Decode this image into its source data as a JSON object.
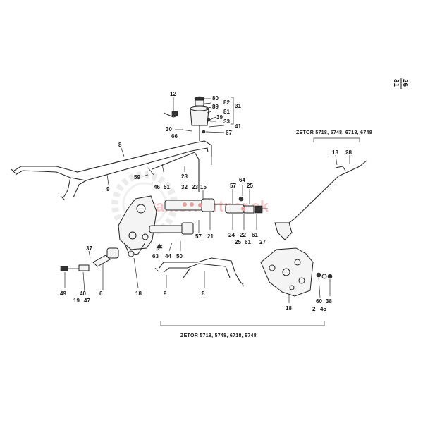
{
  "page_number": {
    "top": "26",
    "bottom": "31"
  },
  "watermark": "TraktorPartner.sk",
  "captions": {
    "right_group": "ZETOR 5718, 5748, 6718, 6748",
    "bottom_group": "ZETOR 5718, 5748, 6718, 6748"
  },
  "labels": {
    "l12": "12",
    "l80": "80",
    "l82": "82",
    "l89": "89",
    "l81": "81",
    "l31": "31",
    "l39": "39",
    "l33": "33",
    "l41": "41",
    "l30": "30",
    "l66": "66",
    "l67": "67",
    "l8a": "8",
    "l9a": "9",
    "l59": "59",
    "l28a": "28",
    "l46": "46",
    "l51": "51",
    "l32": "32",
    "l23": "23",
    "l15": "15",
    "l57a": "57",
    "l64": "64",
    "l25a": "25",
    "l13": "13",
    "l28b": "28",
    "l57b": "57",
    "l21": "21",
    "l24": "24",
    "l22": "22",
    "l61a": "61",
    "l25b": "25",
    "l61b": "61",
    "l27": "27",
    "l63": "63",
    "l44": "44",
    "l50": "50",
    "l37": "37",
    "l49": "49",
    "l40": "40",
    "l6": "6",
    "l19": "19",
    "l47": "47",
    "l18a": "18",
    "l9b": "9",
    "l8b": "8",
    "l18b": "18",
    "l60": "60",
    "l38": "38",
    "l2": "2",
    "l45": "45"
  }
}
